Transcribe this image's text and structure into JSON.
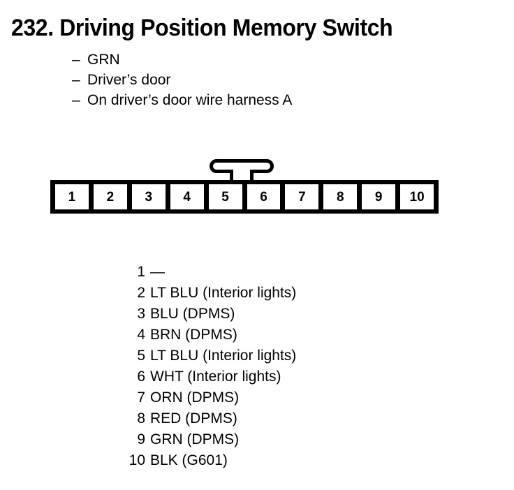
{
  "page": {
    "title": "232.  Driving Position Memory Switch",
    "background_color": "#ffffff",
    "ink_color": "#000000"
  },
  "details": {
    "dash": "–",
    "items": [
      "GRN",
      "Driver’s door",
      "On driver’s door wire harness A"
    ]
  },
  "connector": {
    "pin_count": 10,
    "latch_over_pins": [
      5,
      6
    ],
    "pins": [
      {
        "number": "1"
      },
      {
        "number": "2"
      },
      {
        "number": "3"
      },
      {
        "number": "4"
      },
      {
        "number": "5"
      },
      {
        "number": "6"
      },
      {
        "number": "7"
      },
      {
        "number": "8"
      },
      {
        "number": "9"
      },
      {
        "number": "10"
      }
    ]
  },
  "legend": {
    "rows": [
      {
        "number": "1",
        "desc": "—"
      },
      {
        "number": "2",
        "desc": "LT BLU (Interior lights)"
      },
      {
        "number": "3",
        "desc": "BLU (DPMS)"
      },
      {
        "number": "4",
        "desc": "BRN (DPMS)"
      },
      {
        "number": "5",
        "desc": "LT BLU (Interior lights)"
      },
      {
        "number": "6",
        "desc": "WHT (Interior lights)"
      },
      {
        "number": "7",
        "desc": "ORN (DPMS)"
      },
      {
        "number": "8",
        "desc": "RED (DPMS)"
      },
      {
        "number": "9",
        "desc": "GRN (DPMS)"
      },
      {
        "number": "10",
        "desc": "BLK (G601)"
      }
    ]
  }
}
